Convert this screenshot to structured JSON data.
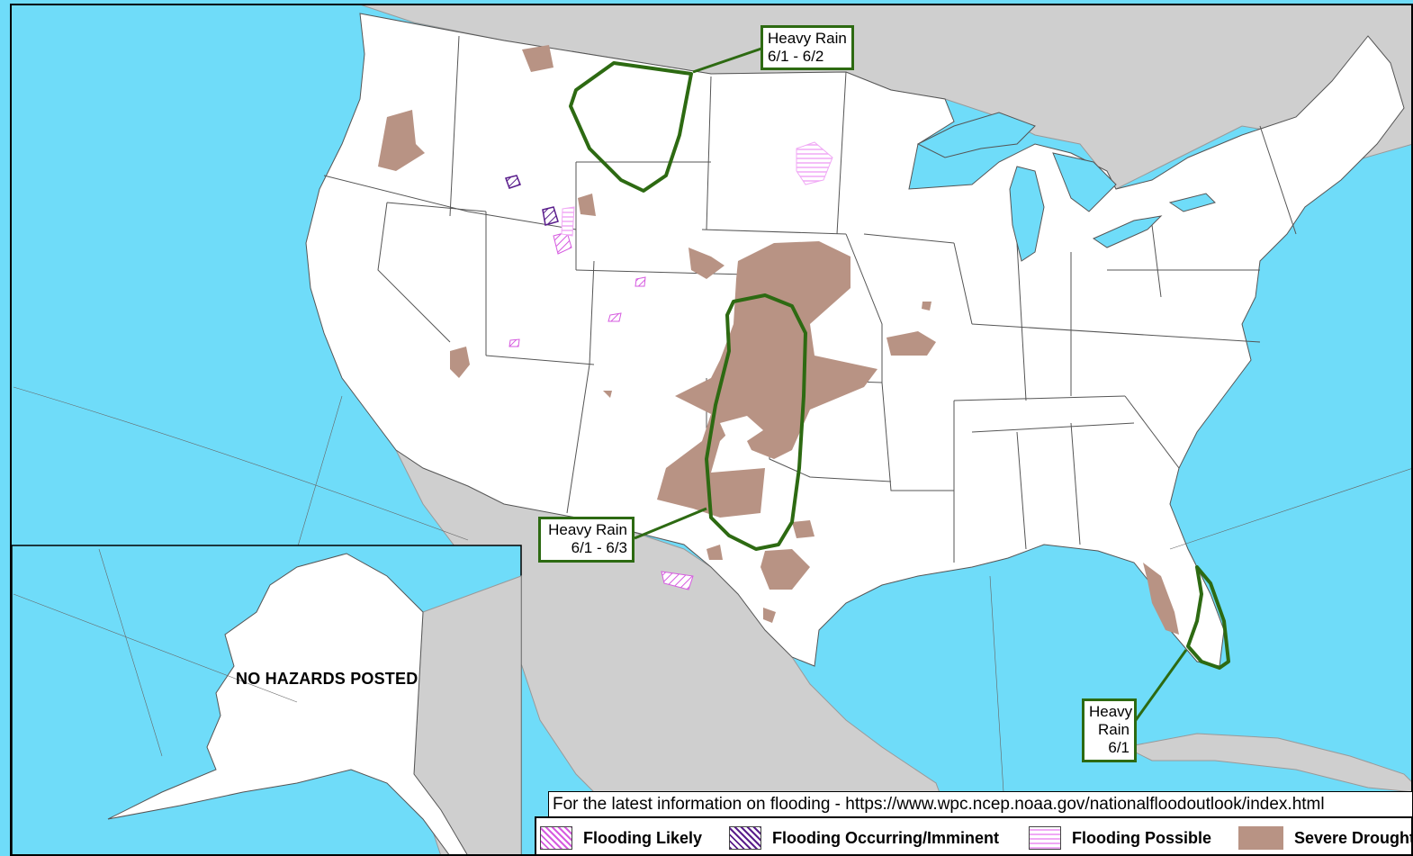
{
  "colors": {
    "water": "#6fdcf9",
    "land_foreign": "#cfcfcf",
    "land_us": "#ffffff",
    "drought": "#b89384",
    "heavy_rain": "#2d6a12",
    "flood_likely": "#d65ce0",
    "flood_occurring": "#5a1e8c",
    "flood_possible": "#f0a8f5"
  },
  "callouts": {
    "north": {
      "line1": "Heavy Rain",
      "line2": "6/1 - 6/2"
    },
    "south": {
      "line1": "Heavy Rain",
      "line2": "6/1 - 6/3"
    },
    "florida": {
      "line1": "Heavy",
      "line2": "Rain",
      "line3": "6/1"
    }
  },
  "alaska_note": "NO HAZARDS POSTED",
  "info_bar": "For the latest information on flooding - https://www.wpc.ncep.noaa.gov/nationalfloodoutlook/index.html",
  "legend": [
    {
      "label": "Flooding Likely",
      "icon": "diagonal-hatch-pink"
    },
    {
      "label": "Flooding Occurring/Imminent",
      "icon": "diagonal-hatch-purple"
    },
    {
      "label": "Flooding Possible",
      "icon": "horizontal-hatch-light-pink"
    },
    {
      "label": "Severe Drought",
      "icon": "solid-brown"
    }
  ]
}
